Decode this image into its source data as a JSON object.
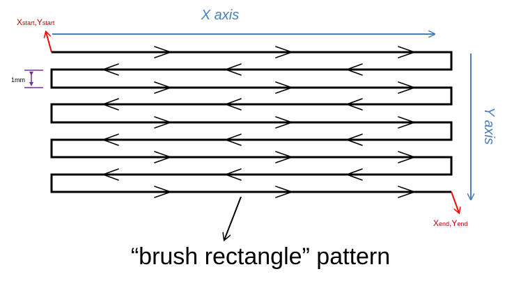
{
  "labels": {
    "start_x": "X",
    "start_x_sub": "start",
    "start_y": "Y",
    "start_y_sub": "start",
    "start_sep": ",",
    "end_x": "X",
    "end_x_sub": "end",
    "end_y": "Y",
    "end_y_sub": "end",
    "end_sep": ",",
    "x_axis": "X axis",
    "y_axis": "Y axis",
    "spacing": "1mm",
    "caption": "“brush rectangle” pattern"
  },
  "colors": {
    "path": "#000000",
    "axis": "#4a7ebb",
    "marker": "#ff0000",
    "spacing": "#7030a0"
  }
}
